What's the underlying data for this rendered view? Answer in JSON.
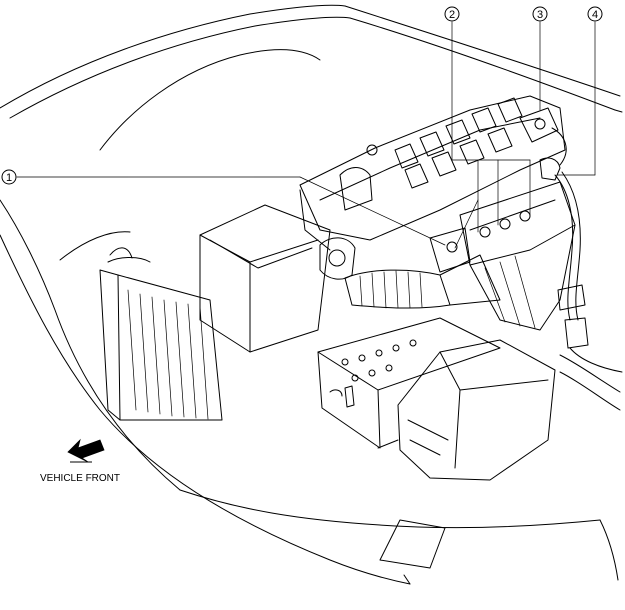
{
  "callouts": [
    {
      "number": "1"
    },
    {
      "number": "2"
    },
    {
      "number": "3"
    },
    {
      "number": "4"
    }
  ],
  "direction_label": "VEHICLE FRONT",
  "line_color": "#000000",
  "background_color": "#ffffff"
}
